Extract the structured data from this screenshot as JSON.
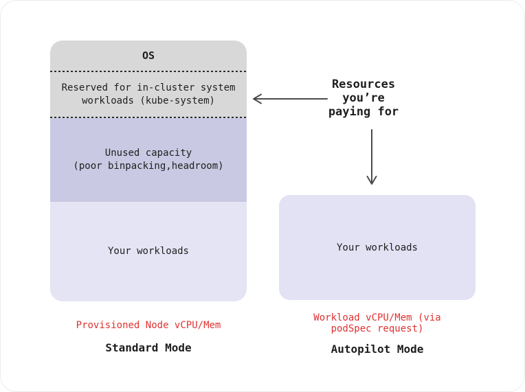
{
  "colors": {
    "gray": "#d8d8d8",
    "lavender_medium": "#c9c9e3",
    "lavender_light": "#e4e4f5",
    "lavender_right": "#e2e2f4",
    "red": "#e03131",
    "arrow": "#4a4a4a",
    "dash": "#2a2a2a",
    "text": "#1e1e1e",
    "card_border": "#ececec"
  },
  "left_column": {
    "sections": [
      {
        "label": "OS"
      },
      {
        "label": "Reserved for in-cluster system\nworkloads (kube-system)"
      },
      {
        "label": "Unused capacity\n(poor binpacking,headroom)"
      },
      {
        "label": "Your workloads"
      }
    ],
    "cost_label": "Provisioned Node vCPU/Mem",
    "mode_label": "Standard Mode"
  },
  "right_column": {
    "box_label": "Your workloads",
    "cost_label": "Workload vCPU/Mem (via\npodSpec request)",
    "mode_label": "Autopilot Mode"
  },
  "annotation": {
    "label": "Resources\nyou’re\npaying for"
  }
}
